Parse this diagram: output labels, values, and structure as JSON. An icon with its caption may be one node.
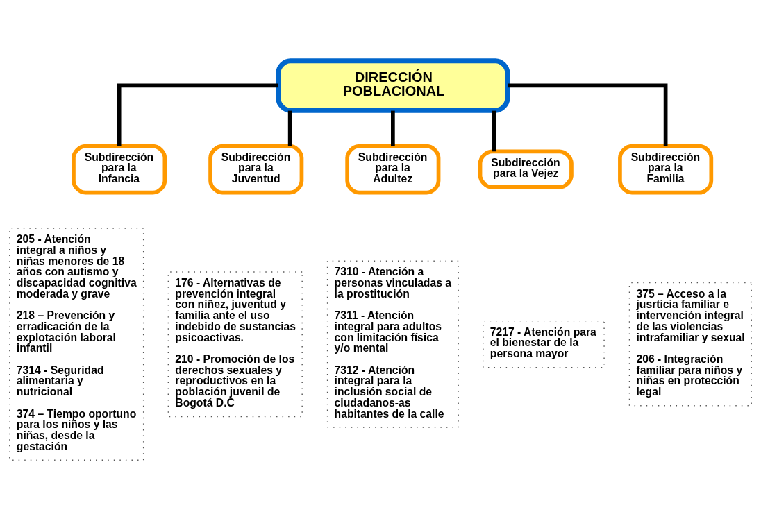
{
  "diagram": {
    "nodes": [
      {
        "text": [
          "DIRECCIÓN POBLACIONAL"
        ]
      },
      {
        "text": [
          "Subdirección para la Infancia"
        ]
      },
      {
        "text": [
          "Subdirección para la Juventud"
        ]
      },
      {
        "text": [
          "Subdirección para la Adultez"
        ]
      },
      {
        "text": [
          "Subdirección para la Vejez"
        ]
      },
      {
        "text": [
          "Subdirección para la Familia"
        ]
      },
      {
        "text": [
          "205 - Atención integral a niños y niñas menores de 18 años con autismo y discapacidad cognitiva moderada y grave",
          "218 – Prevención y erradicación de la explotación laboral infantil",
          "7314 - Seguridad alimentaria y nutricional",
          "374 – Tiempo oportuno para los niños y las niñas, desde la gestación"
        ]
      },
      {
        "text": [
          "176 - Alternativas de prevención integral con niñez, juventud y familia ante el uso indebido de sustancias psicoactivas.",
          "210 - Promoción de los derechos sexuales y reproductivos en la población juvenil de Bogotá D.C"
        ]
      },
      {
        "text": [
          "7310 - Atención a personas vinculadas a la prostitución",
          "7311 - Atención integral para adultos con limitación física y/o mental",
          "7312 - Atención integral para la inclusión social de ciudadanos-as habitantes de la calle"
        ]
      },
      {
        "text": [
          "7217 - Atención para el bienestar de la persona mayor"
        ]
      },
      {
        "text": [
          "375 – Acceso a la jusrticia familiar e intervención integral de las violencias intrafamiliar y sexual",
          "206 - Integración familiar para niños y niñas en protección legal"
        ]
      }
    ],
    "edges": [
      {
        "from": 0,
        "to": 1,
        "arrow": "none"
      },
      {
        "from": 0,
        "to": 2,
        "arrow": "none"
      },
      {
        "from": 0,
        "to": 3,
        "arrow": "none"
      },
      {
        "from": 0,
        "to": 4,
        "arrow": "none"
      },
      {
        "from": 0,
        "to": 5,
        "arrow": "none"
      }
    ]
  }
}
